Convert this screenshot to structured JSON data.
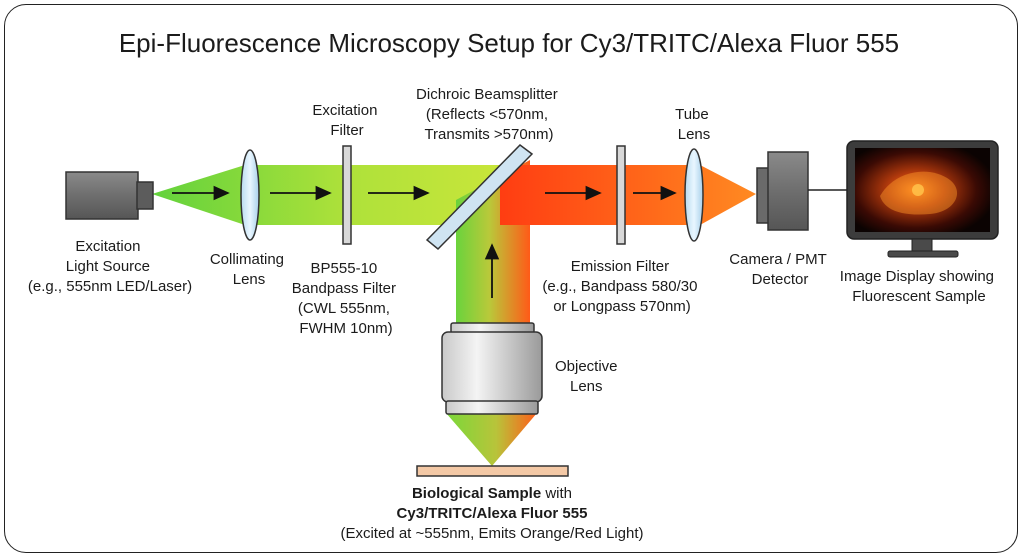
{
  "title": "Epi-Fluorescence Microscopy Setup for Cy3/TRITC/Alexa Fluor 555",
  "labels": {
    "light_source": [
      "Excitation",
      "Light Source",
      "(e.g., 555nm LED/Laser)"
    ],
    "collimating_lens": [
      "Collimating",
      "Lens"
    ],
    "excitation_filter_top": [
      "Excitation",
      "Filter"
    ],
    "excitation_filter_bottom": [
      "BP555-10",
      "Bandpass Filter",
      "(CWL 555nm,",
      "FWHM 10nm)"
    ],
    "dichroic": [
      "Dichroic Beamsplitter",
      "(Reflects <570nm,",
      "Transmits >570nm)"
    ],
    "tube_lens": [
      "Tube",
      "Lens"
    ],
    "emission_filter": [
      "Emission Filter",
      "(e.g., Bandpass 580/30",
      "or Longpass 570nm)"
    ],
    "camera": [
      "Camera / PMT",
      "Detector"
    ],
    "display": [
      "Image Display showing",
      "Fluorescent Sample"
    ],
    "objective": [
      "Objective",
      "Lens"
    ],
    "sample_line1_bold": "Biological Sample",
    "sample_line1_rest": " with",
    "sample_line2": "Cy3/TRITC/Alexa Fluor 555",
    "sample_line3": "(Excited at ~555nm, Emits Orange/Red Light)"
  },
  "colors": {
    "excitation_green": "#7ad83a",
    "excitation_yellow_green": "#c6e63a",
    "emission_orange": "#ff7a1e",
    "emission_red": "#ff3d10",
    "outline": "#222222"
  },
  "icons": {
    "light_source": "light-source-box",
    "camera": "camera-body",
    "display": "monitor-icon",
    "objective": "objective-lens"
  }
}
